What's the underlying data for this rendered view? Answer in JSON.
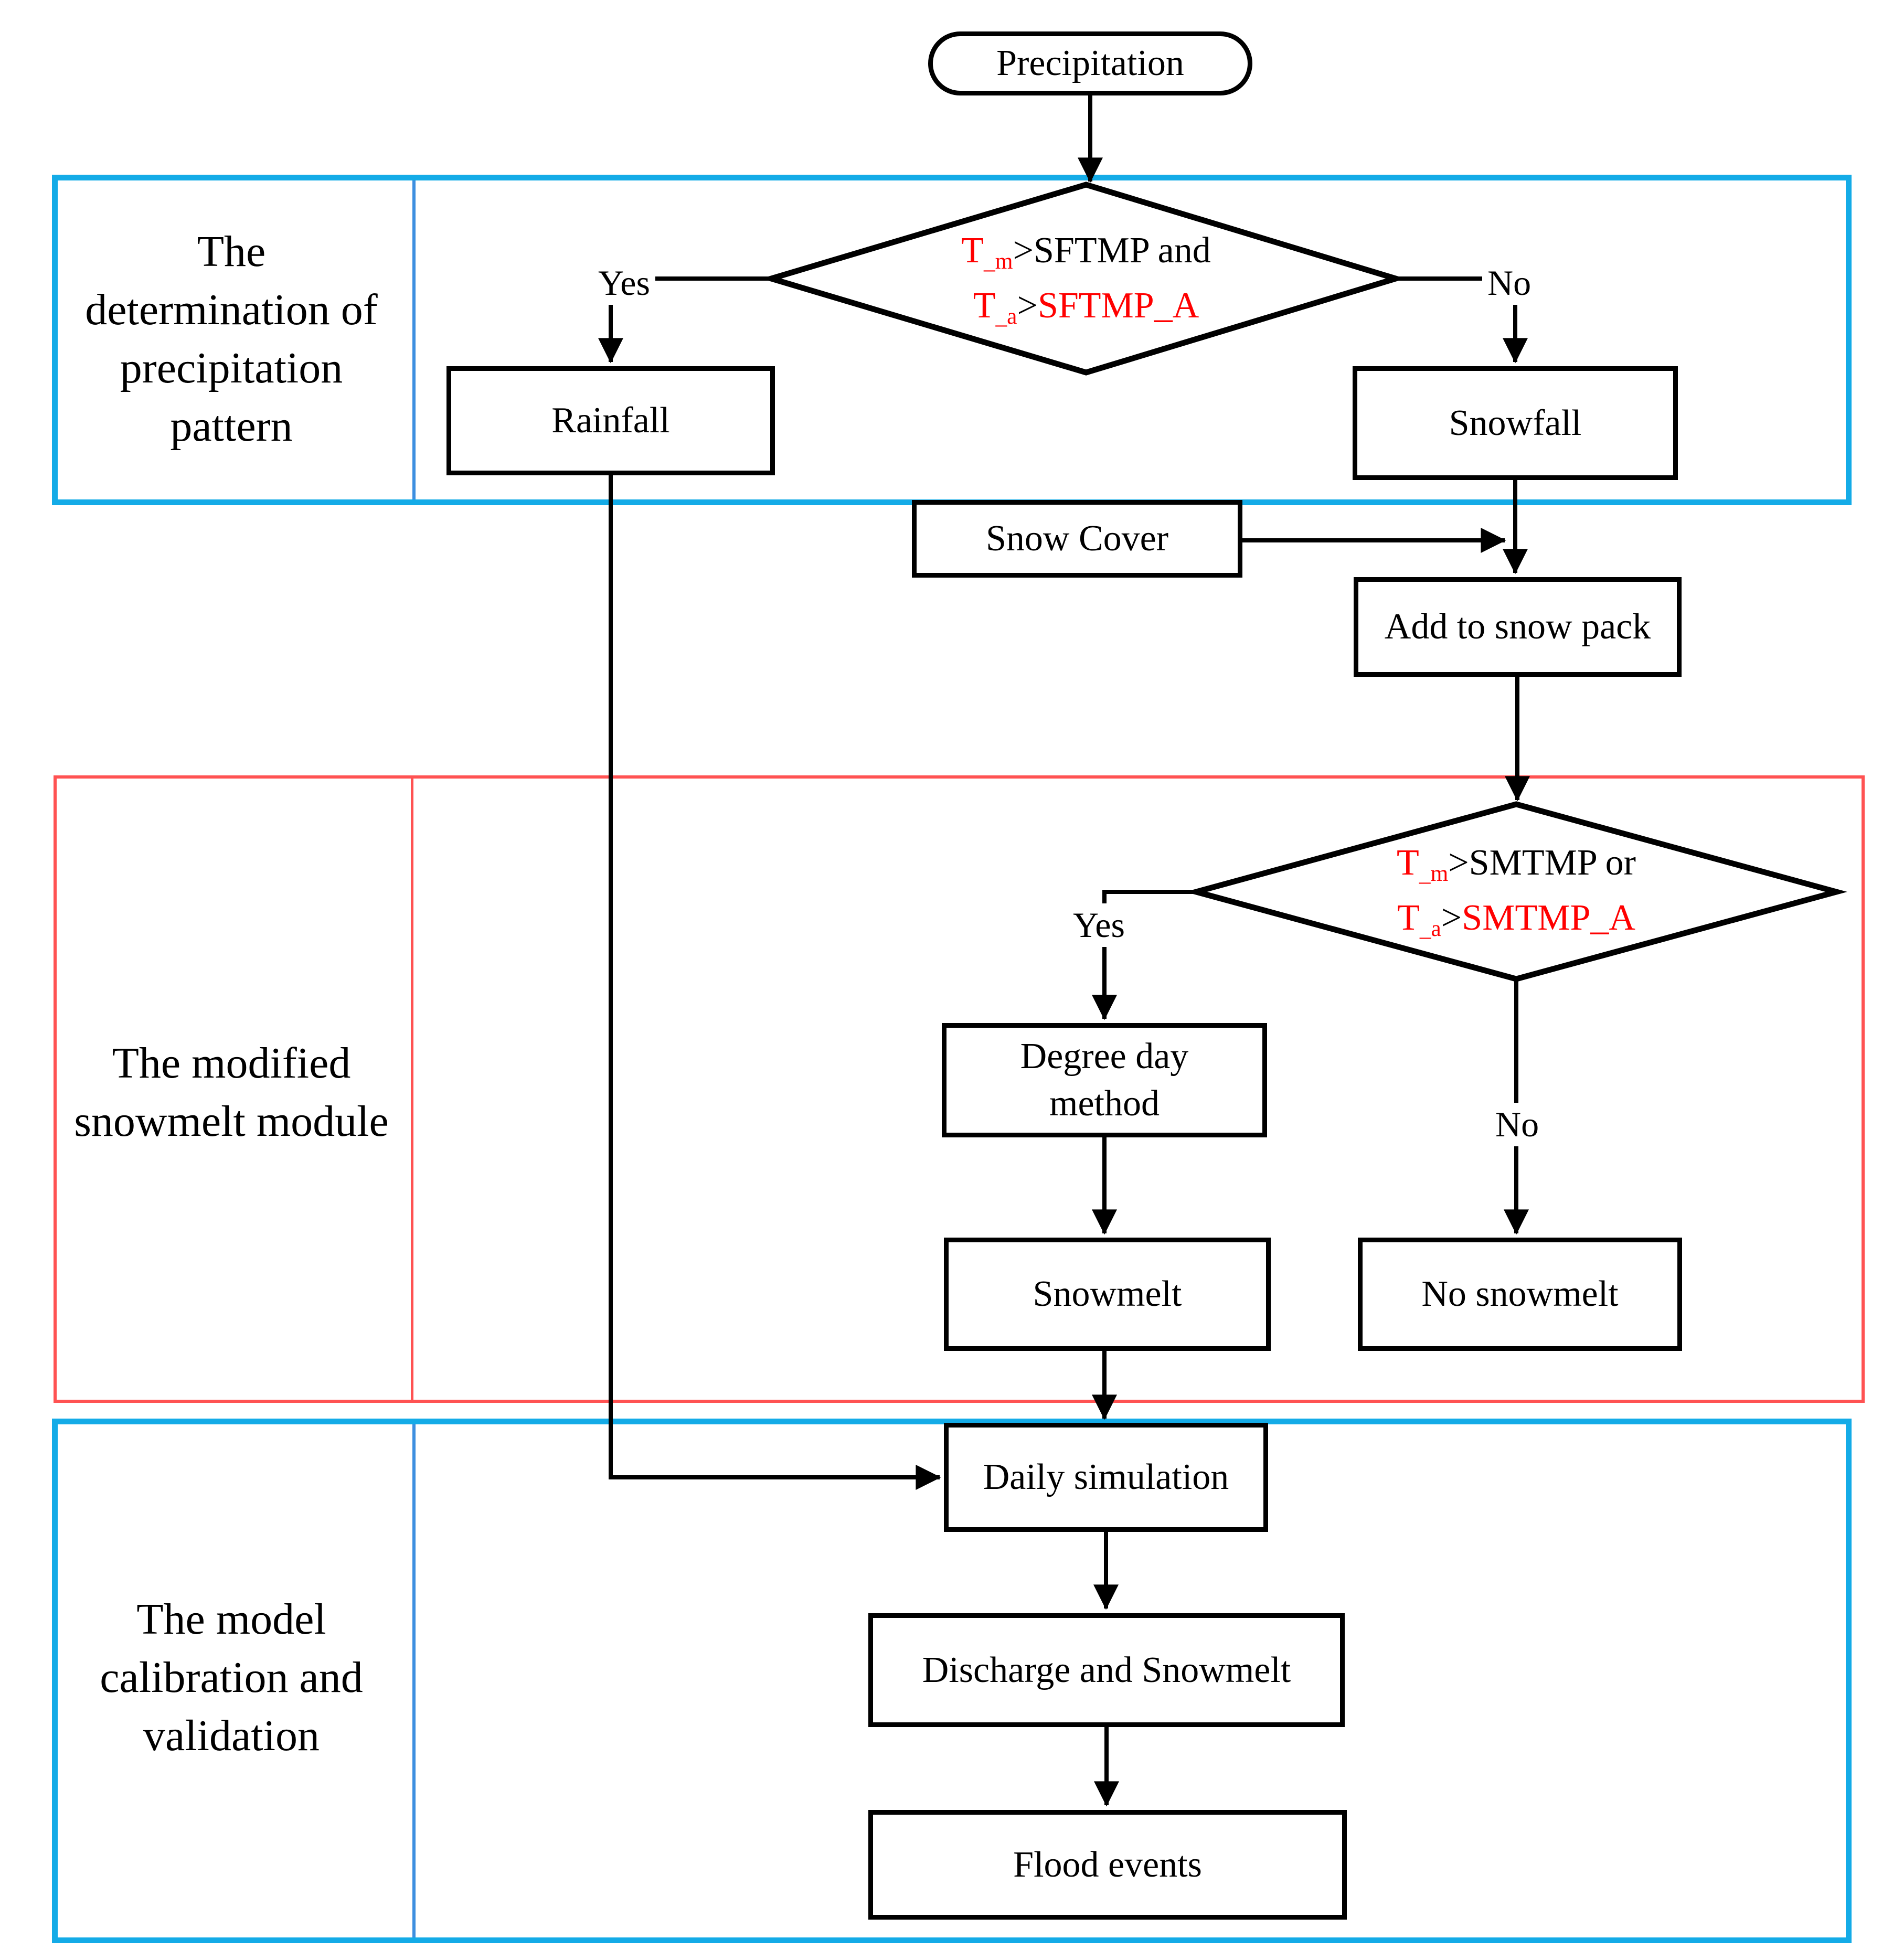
{
  "colors": {
    "section_border_blue": "#14ABE7",
    "section_border_red": "#FF5252",
    "condition_highlight_red": "#FF0000",
    "flow_black": "#000000"
  },
  "sections": [
    {
      "label": "The\ndetermination of\nprecipitation\npattern"
    },
    {
      "label": "The modified\nsnowmelt module"
    },
    {
      "label": "The model\ncalibration and\nvalidation"
    }
  ],
  "nodes": {
    "precipitation": "Precipitation",
    "rainfall": "Rainfall",
    "snowfall": "Snowfall",
    "snow_cover": "Snow Cover",
    "add_to_snow_pack": "Add to snow pack",
    "degree_day_method": "Degree day\nmethod",
    "snowmelt": "Snowmelt",
    "no_snowmelt": "No snowmelt",
    "daily_simulation": "Daily simulation",
    "discharge_and_snowmelt": "Discharge and Snowmelt",
    "flood_events": "Flood events"
  },
  "decisions": {
    "d1": {
      "line1": {
        "t": "T",
        "sub": "_m",
        "rest": ">SFTMP and"
      },
      "line2": {
        "t": "T",
        "sub": "_a",
        "op": ">",
        "rhs": "SFTMP_A"
      }
    },
    "d2": {
      "line1": {
        "t": "T",
        "sub": "_m",
        "rest": ">SMTMP or"
      },
      "line2": {
        "t": "T",
        "sub": "_a",
        "op": ">",
        "rhs": "SMTMP_A"
      }
    }
  },
  "edge_labels": {
    "d1_yes": "Yes",
    "d1_no": "No",
    "d2_yes": "Yes",
    "d2_no": "No"
  }
}
